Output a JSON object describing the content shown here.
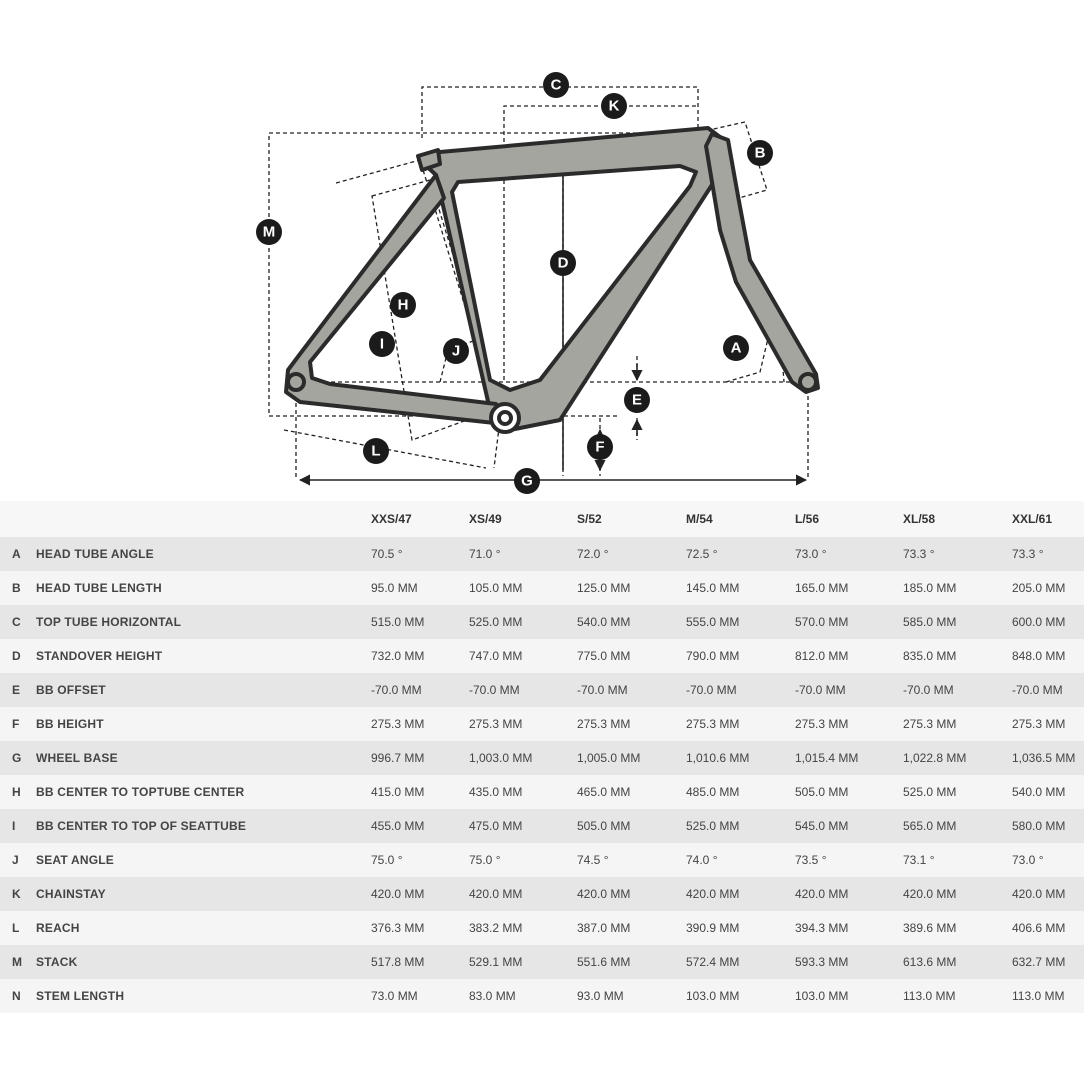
{
  "diagram": {
    "labels": [
      "A",
      "B",
      "C",
      "D",
      "E",
      "F",
      "G",
      "H",
      "I",
      "J",
      "K",
      "L",
      "M"
    ],
    "frame_color": "#a5a5a0",
    "outline_color": "#2b2b2b"
  },
  "table": {
    "header_sizes": [
      "XXS/47",
      "XS/49",
      "S/52",
      "M/54",
      "L/56",
      "XL/58",
      "XXL/61"
    ],
    "rows": [
      {
        "key": "A",
        "name": "HEAD TUBE ANGLE",
        "values": [
          "70.5 °",
          "71.0 °",
          "72.0 °",
          "72.5 °",
          "73.0 °",
          "73.3 °",
          "73.3 °"
        ]
      },
      {
        "key": "B",
        "name": "HEAD TUBE LENGTH",
        "values": [
          "95.0 MM",
          "105.0 MM",
          "125.0 MM",
          "145.0 MM",
          "165.0 MM",
          "185.0 MM",
          "205.0 MM"
        ]
      },
      {
        "key": "C",
        "name": "TOP TUBE HORIZONTAL",
        "values": [
          "515.0 MM",
          "525.0 MM",
          "540.0 MM",
          "555.0 MM",
          "570.0 MM",
          "585.0 MM",
          "600.0 MM"
        ]
      },
      {
        "key": "D",
        "name": "STANDOVER HEIGHT",
        "values": [
          "732.0 MM",
          "747.0 MM",
          "775.0 MM",
          "790.0 MM",
          "812.0 MM",
          "835.0 MM",
          "848.0 MM"
        ]
      },
      {
        "key": "E",
        "name": "BB OFFSET",
        "values": [
          "-70.0 MM",
          "-70.0 MM",
          "-70.0 MM",
          "-70.0 MM",
          "-70.0 MM",
          "-70.0 MM",
          "-70.0 MM"
        ]
      },
      {
        "key": "F",
        "name": "BB HEIGHT",
        "values": [
          "275.3 MM",
          "275.3 MM",
          "275.3 MM",
          "275.3 MM",
          "275.3 MM",
          "275.3 MM",
          "275.3 MM"
        ]
      },
      {
        "key": "G",
        "name": "WHEEL BASE",
        "values": [
          "996.7 MM",
          "1,003.0 MM",
          "1,005.0 MM",
          "1,010.6 MM",
          "1,015.4 MM",
          "1,022.8 MM",
          "1,036.5 MM"
        ]
      },
      {
        "key": "H",
        "name": "BB CENTER TO TOPTUBE CENTER",
        "values": [
          "415.0 MM",
          "435.0 MM",
          "465.0 MM",
          "485.0 MM",
          "505.0 MM",
          "525.0 MM",
          "540.0 MM"
        ]
      },
      {
        "key": "I",
        "name": "BB CENTER TO TOP OF SEATTUBE",
        "values": [
          "455.0 MM",
          "475.0 MM",
          "505.0 MM",
          "525.0 MM",
          "545.0 MM",
          "565.0 MM",
          "580.0 MM"
        ]
      },
      {
        "key": "J",
        "name": "SEAT ANGLE",
        "values": [
          "75.0 °",
          "75.0 °",
          "74.5 °",
          "74.0 °",
          "73.5 °",
          "73.1 °",
          "73.0 °"
        ]
      },
      {
        "key": "K",
        "name": "CHAINSTAY",
        "values": [
          "420.0 MM",
          "420.0 MM",
          "420.0 MM",
          "420.0 MM",
          "420.0 MM",
          "420.0 MM",
          "420.0 MM"
        ]
      },
      {
        "key": "L",
        "name": "REACH",
        "values": [
          "376.3 MM",
          "383.2 MM",
          "387.0 MM",
          "390.9 MM",
          "394.3 MM",
          "389.6 MM",
          "406.6 MM"
        ]
      },
      {
        "key": "M",
        "name": "STACK",
        "values": [
          "517.8 MM",
          "529.1 MM",
          "551.6 MM",
          "572.4 MM",
          "593.3 MM",
          "613.6 MM",
          "632.7 MM"
        ]
      },
      {
        "key": "N",
        "name": "STEM LENGTH",
        "values": [
          "73.0 MM",
          "83.0 MM",
          "93.0 MM",
          "103.0 MM",
          "103.0 MM",
          "113.0 MM",
          "113.0 MM"
        ]
      }
    ]
  }
}
